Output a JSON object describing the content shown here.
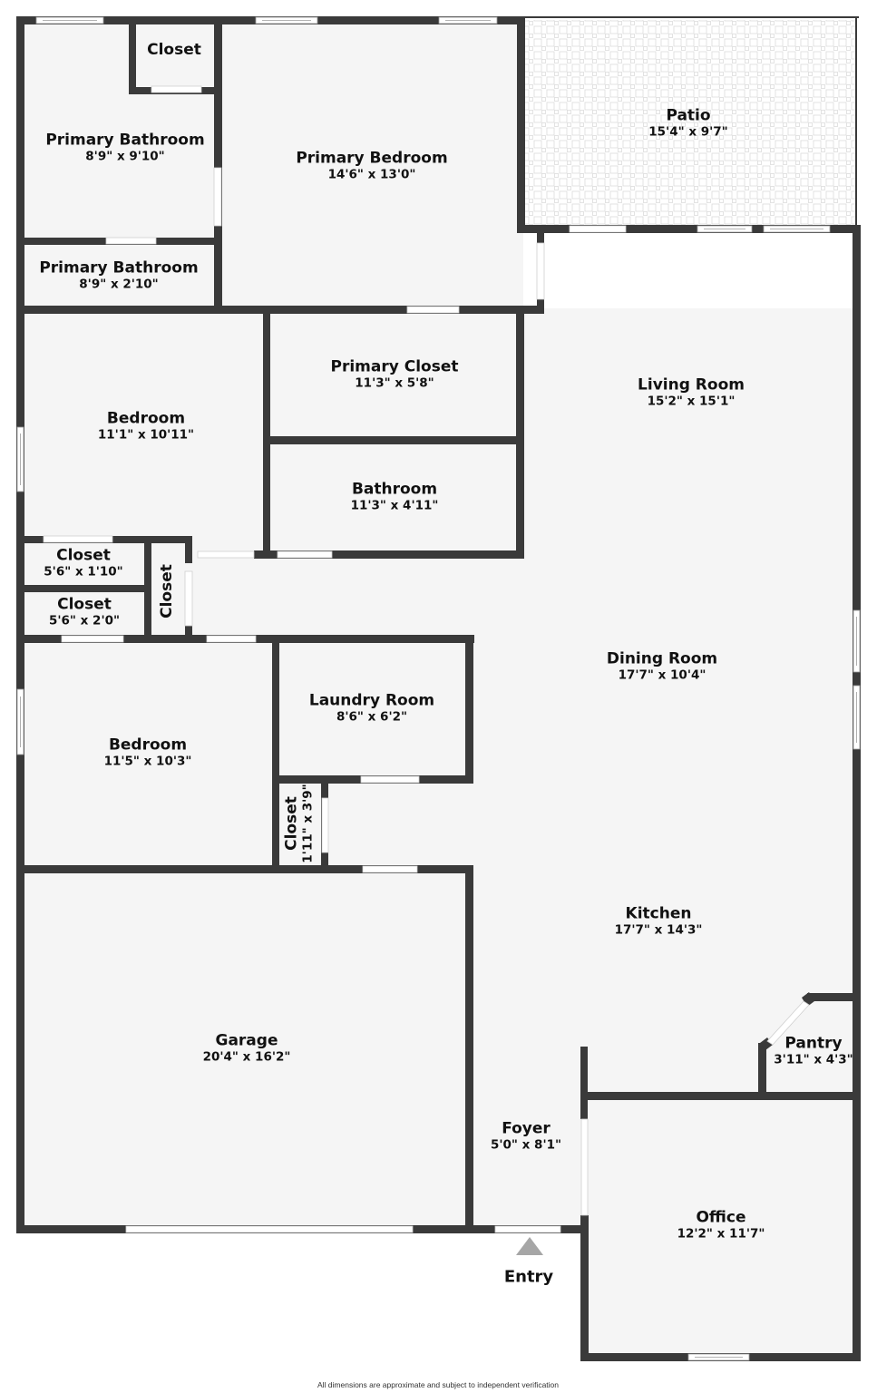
{
  "floor_plan": {
    "rooms": [
      {
        "id": "closet_top",
        "name": "Closet",
        "dims": ""
      },
      {
        "id": "primary_bath_1",
        "name": "Primary Bathroom",
        "dims": "8'9\" x 9'10\""
      },
      {
        "id": "primary_bath_2",
        "name": "Primary Bathroom",
        "dims": "8'9\" x 2'10\""
      },
      {
        "id": "primary_bedroom",
        "name": "Primary Bedroom",
        "dims": "14'6\" x 13'0\""
      },
      {
        "id": "patio",
        "name": "Patio",
        "dims": "15'4\" x 9'7\""
      },
      {
        "id": "primary_closet",
        "name": "Primary Closet",
        "dims": "11'3\" x 5'8\""
      },
      {
        "id": "bathroom",
        "name": "Bathroom",
        "dims": "11'3\" x 4'11\""
      },
      {
        "id": "bedroom_1",
        "name": "Bedroom",
        "dims": "11'1\" x 10'11\""
      },
      {
        "id": "living_room",
        "name": "Living Room",
        "dims": "15'2\" x 15'1\""
      },
      {
        "id": "closet_a",
        "name": "Closet",
        "dims": "5'6\" x 1'10\""
      },
      {
        "id": "closet_b",
        "name": "Closet",
        "dims": "5'6\" x 2'0\""
      },
      {
        "id": "closet_vertical",
        "name": "Closet",
        "dims": ""
      },
      {
        "id": "dining_room",
        "name": "Dining Room",
        "dims": "17'7\" x 10'4\""
      },
      {
        "id": "laundry_room",
        "name": "Laundry Room",
        "dims": "8'6\" x 6'2\""
      },
      {
        "id": "bedroom_2",
        "name": "Bedroom",
        "dims": "11'5\" x 10'3\""
      },
      {
        "id": "closet_small",
        "name": "Closet",
        "dims": "1'11\" x 3'9\""
      },
      {
        "id": "kitchen",
        "name": "Kitchen",
        "dims": "17'7\" x 14'3\""
      },
      {
        "id": "pantry",
        "name": "Pantry",
        "dims": "3'11\" x 4'3\""
      },
      {
        "id": "garage",
        "name": "Garage",
        "dims": "20'4\" x 16'2\""
      },
      {
        "id": "foyer",
        "name": "Foyer",
        "dims": "5'0\" x 8'1\""
      },
      {
        "id": "office",
        "name": "Office",
        "dims": "12'2\" x 11'7\""
      }
    ],
    "entry_label": "Entry",
    "entry_icon": "triangle-up-arrow",
    "disclaimer": "All dimensions are approximate and subject to independent verification",
    "colors": {
      "wall": "#3a3a3a",
      "floor": "#f5f5f5",
      "background": "#ffffff",
      "entry_arrow": "#a6a6a6"
    }
  }
}
